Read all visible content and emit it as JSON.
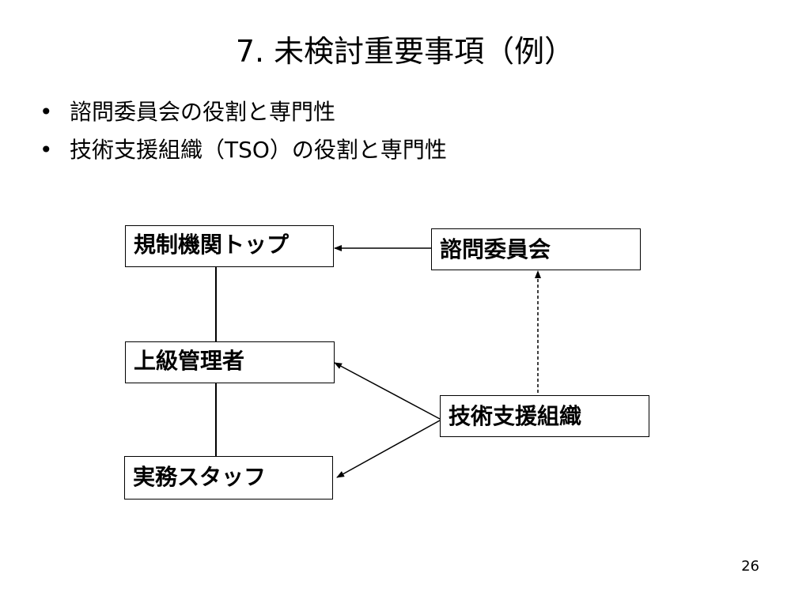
{
  "slide": {
    "title": "7. 未検討重要事項（例）",
    "bullets": [
      {
        "marker": "•",
        "text": "諮問委員会の役割と専門性"
      },
      {
        "marker": "•",
        "text": "技術支援組織（TSO）の役割と専門性"
      }
    ],
    "page_number": "26"
  },
  "diagram": {
    "nodes": {
      "regulator_top": "規制機関トップ",
      "senior_management": "上級管理者",
      "working_staff": "実務スタッフ",
      "advisory_committee": "諮問委員会",
      "tso": "技術支援組織"
    },
    "edges": [
      {
        "from": "advisory_committee",
        "to": "regulator_top",
        "style": "solid-arrow"
      },
      {
        "from": "tso",
        "to": "advisory_committee",
        "style": "dashed-arrow"
      },
      {
        "from": "tso",
        "to": "senior_management",
        "style": "solid-arrow"
      },
      {
        "from": "tso",
        "to": "working_staff",
        "style": "solid-arrow"
      },
      {
        "from": "regulator_top",
        "to": "senior_management",
        "style": "line"
      },
      {
        "from": "senior_management",
        "to": "working_staff",
        "style": "line"
      }
    ]
  }
}
